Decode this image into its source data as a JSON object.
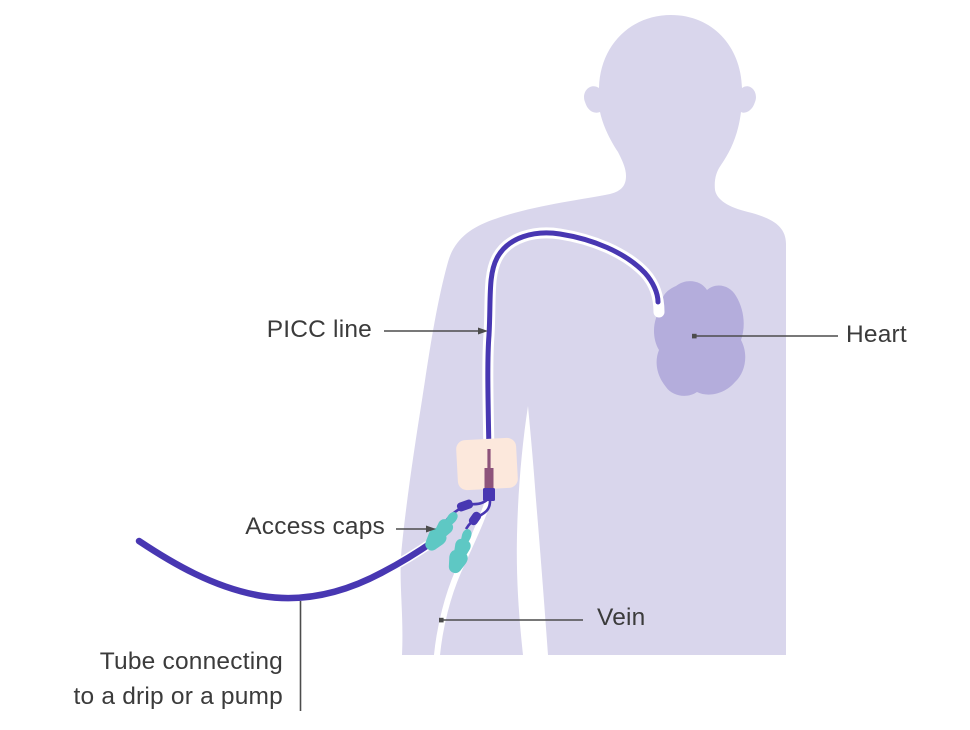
{
  "diagram": {
    "type": "medical-illustration",
    "subject": "PICC line placement showing catheter route from arm to heart",
    "labels": {
      "picc_line": "PICC line",
      "heart": "Heart",
      "access_caps": "Access caps",
      "vein": "Vein",
      "tube_connecting_line1": "Tube connecting",
      "tube_connecting_line2": "to a drip or a pump"
    },
    "colors": {
      "background": "#ffffff",
      "body_silhouette": "#d9d6ec",
      "heart_shape": "#b4addc",
      "catheter_tube": "#4837b2",
      "catheter_outline": "#ffffff",
      "access_cap": "#5ec8c4",
      "dressing": "#fce8dc",
      "insertion_segment": "#8d537b",
      "label_text": "#3b3b3b",
      "leader_line": "#4c4c4c"
    }
  }
}
